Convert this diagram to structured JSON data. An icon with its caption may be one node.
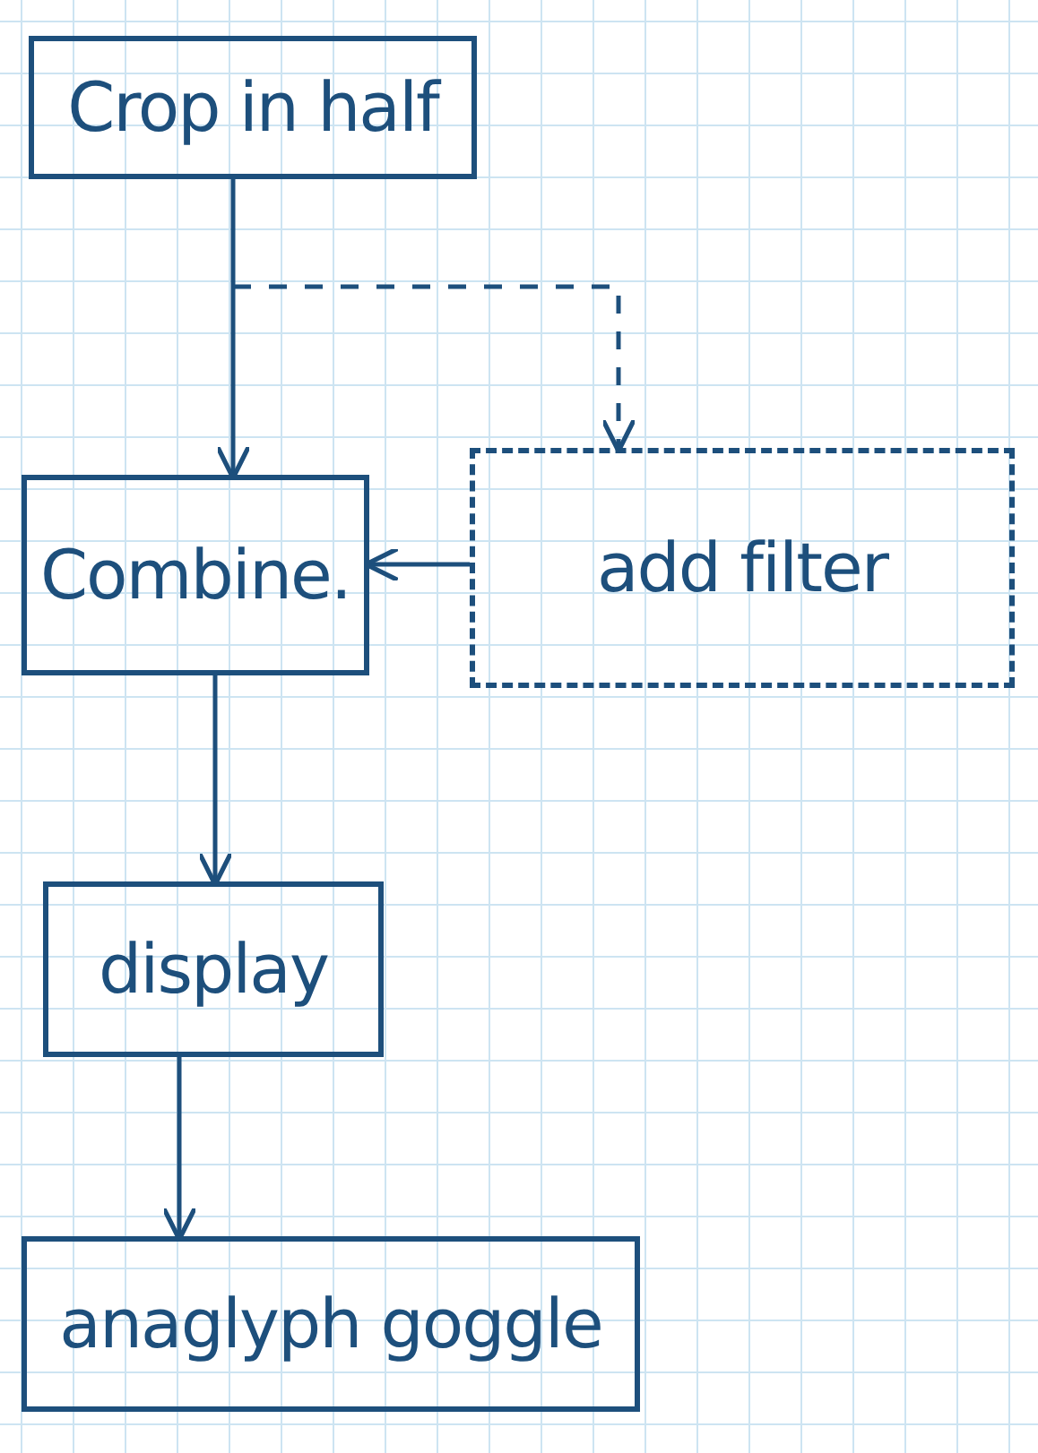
{
  "diagram": {
    "nodes": [
      {
        "text": [
          "Crop in half"
        ]
      },
      {
        "text": [
          "Combine."
        ]
      },
      {
        "text": [
          "add filter"
        ]
      },
      {
        "text": [
          "display"
        ]
      },
      {
        "text": [
          "anaglyph goggle"
        ]
      }
    ],
    "edges": [
      {
        "from": 0,
        "to": 1,
        "arrow": "to"
      },
      {
        "from": 0,
        "to": 2,
        "arrow": "to",
        "style": "dashed"
      },
      {
        "from": 2,
        "to": 1,
        "arrow": "to"
      },
      {
        "from": 1,
        "to": 3,
        "arrow": "to"
      },
      {
        "from": 3,
        "to": 4,
        "arrow": "to"
      }
    ]
  }
}
